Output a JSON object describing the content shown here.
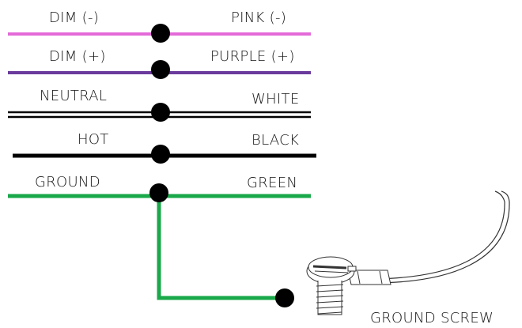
{
  "wires": [
    {
      "left": "DIM (-)",
      "right": "PINK (-)",
      "color": "#e36ad9",
      "style": "solid"
    },
    {
      "left": "DIM (+)",
      "right": "PURPLE (+)",
      "color": "#6a3a9c",
      "style": "solid"
    },
    {
      "left": "NEUTRAL",
      "right": "WHITE",
      "color": "#000000",
      "style": "double"
    },
    {
      "left": "HOT",
      "right": "BLACK",
      "color": "#000000",
      "style": "solid"
    },
    {
      "left": "GROUND",
      "right": "GREEN",
      "color": "#19a84a",
      "style": "solid"
    }
  ],
  "ground_screw": {
    "label": "GROUND SCREW"
  },
  "colors": {
    "connector": "#000000",
    "ground_wire": "#19a84a",
    "screw_outline": "#333333"
  }
}
